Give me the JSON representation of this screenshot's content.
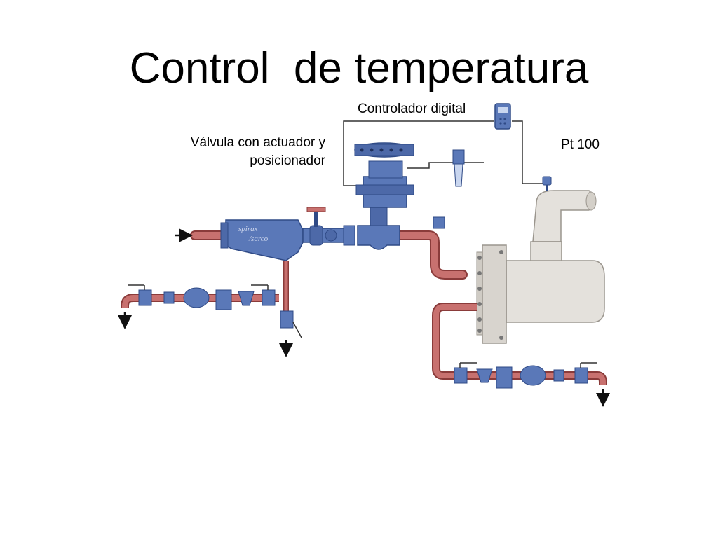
{
  "title": "Control  de temperatura",
  "labels": {
    "controller": "Controlador digital",
    "valve_line1": "Válvula con actuador y",
    "valve_line2": "posicionador",
    "sensor": "Pt 100"
  },
  "strainer_brand": {
    "line1": "spirax",
    "line2": "/sarco"
  },
  "colors": {
    "pipe_red": "#c8716f",
    "pipe_dark": "#8a3b3a",
    "equipment_blue": "#5a78b8",
    "equipment_dark": "#2f4a86",
    "vessel": "#e4e1dc",
    "vessel_edge": "#9a958d",
    "signal_line": "#333333"
  },
  "icons": {
    "inlet_arrow": "arrow-right-icon",
    "drain_arrows": "arrow-down-icon"
  }
}
